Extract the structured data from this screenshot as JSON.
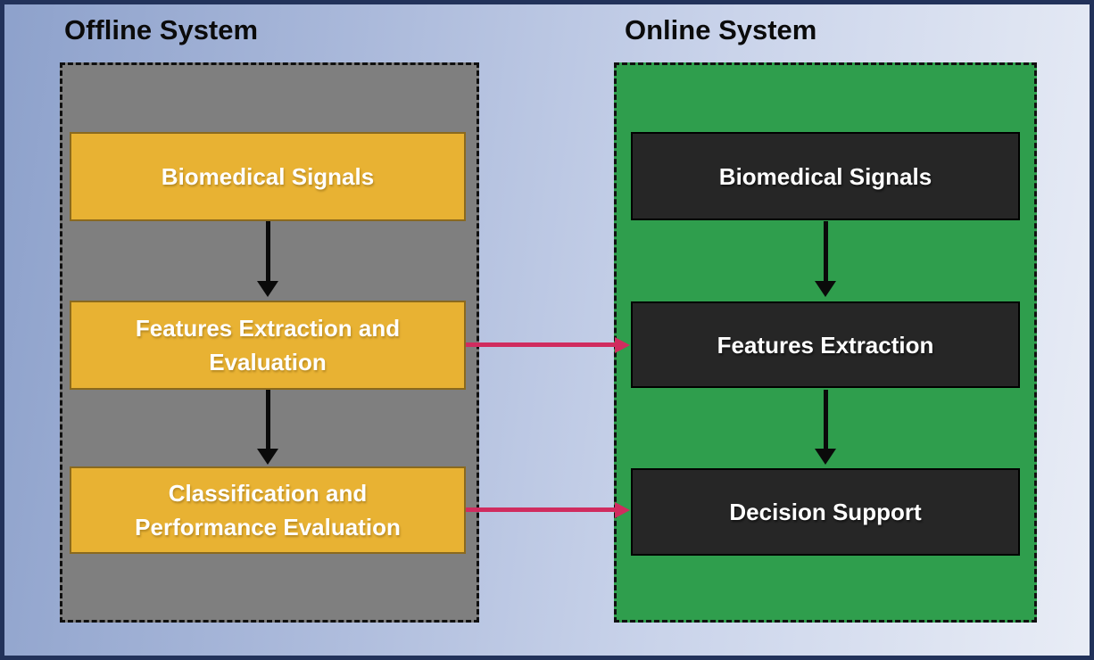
{
  "diagram": {
    "type": "flowchart",
    "offline_system": {
      "title": "Offline System",
      "container_style": "gray-fill-dashed-border",
      "boxes": [
        {
          "id": "offline-biomedical-signals",
          "lines": [
            "Biomedical Signals"
          ]
        },
        {
          "id": "offline-features-extraction-evaluation",
          "lines": [
            "Features Extraction and",
            "Evaluation"
          ]
        },
        {
          "id": "offline-classification-performance-evaluation",
          "lines": [
            "Classification and",
            "Performance Evaluation"
          ]
        }
      ]
    },
    "online_system": {
      "title": "Online System",
      "container_style": "green-fill-dashed-border",
      "boxes": [
        {
          "id": "online-biomedical-signals",
          "lines": [
            "Biomedical Signals"
          ]
        },
        {
          "id": "online-features-extraction",
          "lines": [
            "Features Extraction"
          ]
        },
        {
          "id": "online-decision-support",
          "lines": [
            "Decision Support"
          ]
        }
      ]
    },
    "arrows": {
      "vertical_black": [
        "offline: Biomedical Signals -> Features Extraction and Evaluation",
        "offline: Features Extraction and Evaluation -> Classification and Performance Evaluation",
        "online: Biomedical Signals -> Features Extraction",
        "online: Features Extraction -> Decision Support"
      ],
      "horizontal_pink": [
        "Features Extraction and Evaluation -> Features Extraction",
        "Classification and Performance Evaluation -> Decision Support"
      ]
    }
  },
  "colors": {
    "frame": "#22325a",
    "bg_left": "#8da1cb",
    "bg_right": "#e9edf6",
    "gray": "#7f7f7f",
    "green": "#2f9e4d",
    "yellow": "#e8b233",
    "yellow_border": "#8a691e",
    "dark": "#262626",
    "pink": "#d02c5f",
    "arrow_black": "#0a0a0a",
    "box_text": "#ffffff",
    "title_text": "#0b0b0b"
  }
}
